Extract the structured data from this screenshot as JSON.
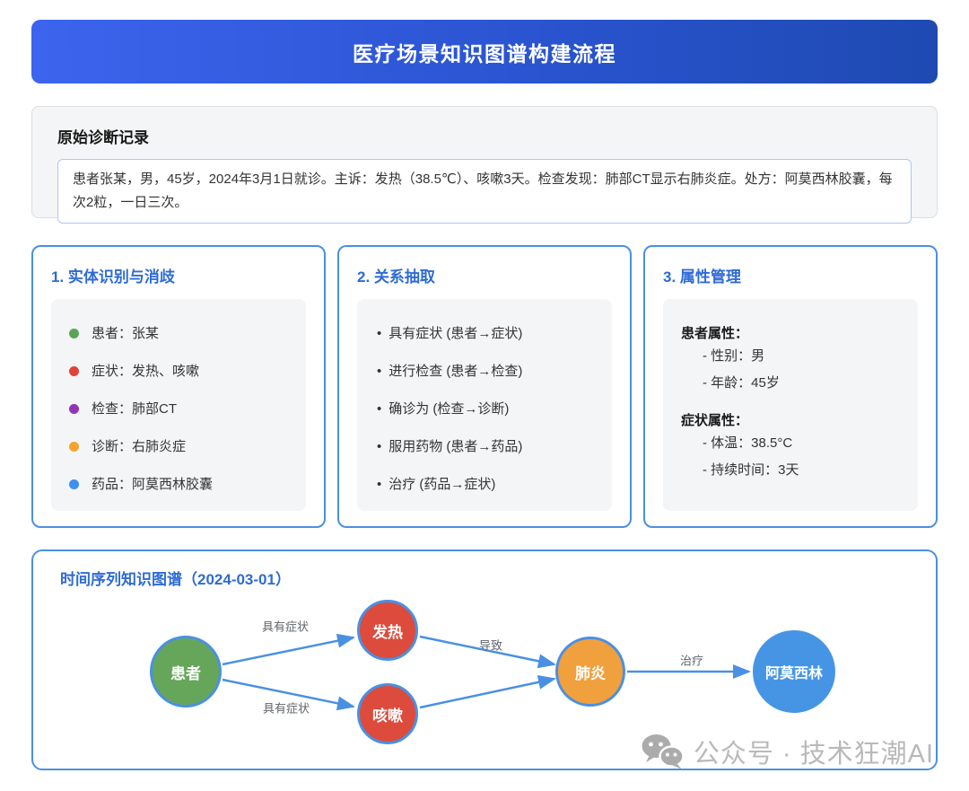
{
  "header": {
    "title": "医疗场景知识图谱构建流程"
  },
  "diagnosis": {
    "title": "原始诊断记录",
    "text": "患者张某，男，45岁，2024年3月1日就诊。主诉：发热（38.5℃）、咳嗽3天。检查发现：肺部CT显示右肺炎症。处方：阿莫西林胶囊，每次2粒，一日三次。"
  },
  "steps": [
    {
      "title": "1. 实体识别与消歧",
      "entities": [
        {
          "label": "患者：张某",
          "color": "#5ba455"
        },
        {
          "label": "症状：发热、咳嗽",
          "color": "#e04438"
        },
        {
          "label": "检查：肺部CT",
          "color": "#9333b8"
        },
        {
          "label": "诊断：右肺炎症",
          "color": "#f5a32c"
        },
        {
          "label": "药品：阿莫西林胶囊",
          "color": "#3f8ef0"
        }
      ]
    },
    {
      "title": "2. 关系抽取",
      "relations": [
        "具有症状 (患者→症状)",
        "进行检查 (患者→检查)",
        "确诊为 (检查→诊断)",
        "服用药物 (患者→药品)",
        "治疗 (药品→症状)"
      ]
    },
    {
      "title": "3. 属性管理",
      "groups": [
        {
          "label": "患者属性：",
          "attrs": [
            "- 性别：男",
            "- 年龄：45岁"
          ]
        },
        {
          "label": "症状属性：",
          "attrs": [
            "- 体温：38.5°C",
            "- 持续时间：3天"
          ]
        }
      ]
    }
  ],
  "graph": {
    "title": "时间序列知识图谱（2024-03-01）",
    "nodes": [
      {
        "id": "patient",
        "label": "患者",
        "color": "#66a65a"
      },
      {
        "id": "fever",
        "label": "发热",
        "color": "#dd4b3c"
      },
      {
        "id": "cough",
        "label": "咳嗽",
        "color": "#dd4b3c"
      },
      {
        "id": "pneumonia",
        "label": "肺炎",
        "color": "#f0a03c"
      },
      {
        "id": "amoxicillin",
        "label": "阿莫西林",
        "color": "#4695e5"
      }
    ],
    "edges": [
      {
        "from": "患者",
        "to": "发热",
        "label": "具有症状"
      },
      {
        "from": "患者",
        "to": "咳嗽",
        "label": "具有症状"
      },
      {
        "from": "发热",
        "to": "肺炎",
        "label": "导致"
      },
      {
        "from": "咳嗽",
        "to": "肺炎",
        "label": ""
      },
      {
        "from": "肺炎",
        "to": "阿莫西林",
        "label": "治疗"
      }
    ]
  },
  "watermark": {
    "icon": "wechat-icon",
    "text": "公众号 · 技术狂潮AI"
  },
  "colors": {
    "header_gradient_start": "#3c64ee",
    "header_gradient_end": "#1e4ab2",
    "card_border": "#4a90e2",
    "section_title": "#2e6bd5",
    "edge": "#4a90e2",
    "edge_label": "#5f6368",
    "panel_bg": "#f4f5f7",
    "watermark": "#b9b9b9"
  }
}
